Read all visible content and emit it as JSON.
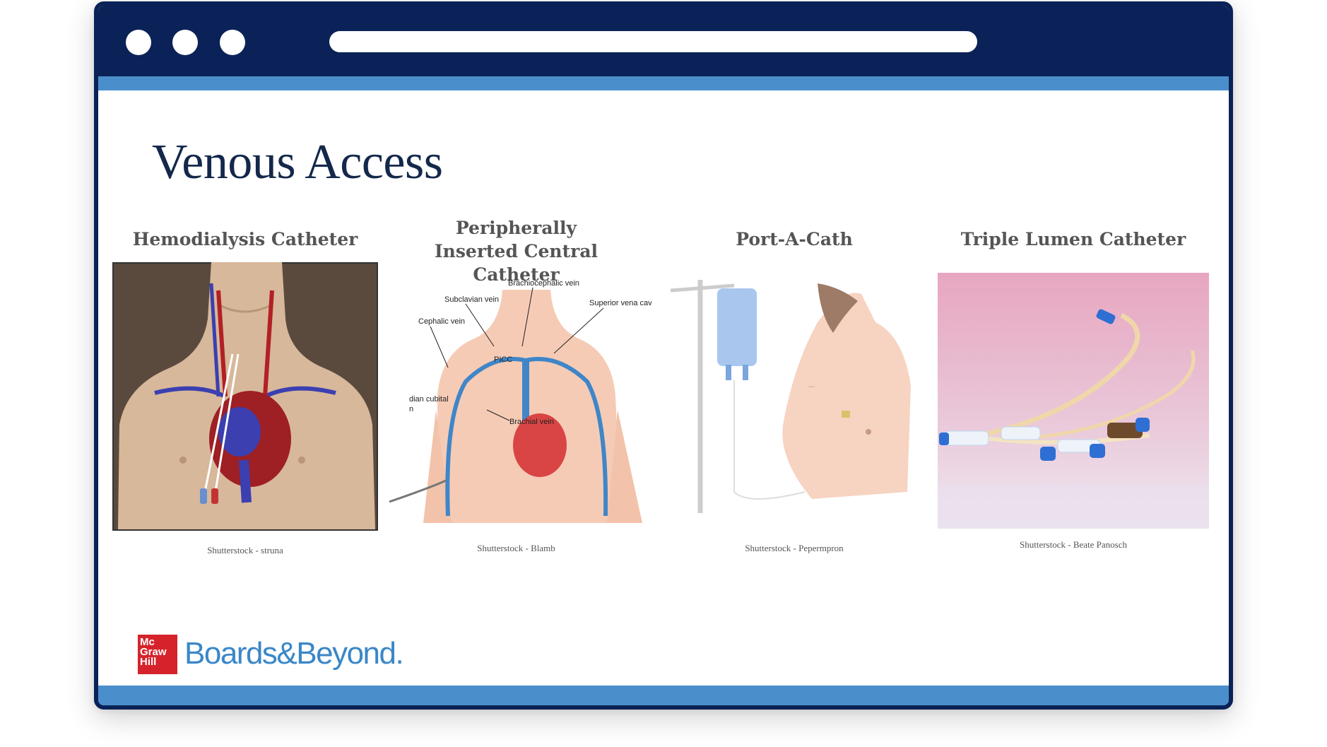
{
  "slide": {
    "title": "Venous Access",
    "columns": [
      {
        "title": "Hemodialysis Catheter",
        "credit": "Shutterstock - struna"
      },
      {
        "title": "Peripherally Inserted Central Catheter",
        "credit": "Shutterstock - Blamb"
      },
      {
        "title": "Port-A-Cath",
        "credit": "Shutterstock - Pepermpron"
      },
      {
        "title": "Triple Lumen Catheter",
        "credit": "Shutterstock - Beate Panosch"
      }
    ],
    "picc_labels": {
      "brachiocephalic": "Brachiocephalic vein",
      "subclavian": "Subclavian vein",
      "superior_vena_cava": "Superior vena cav",
      "cephalic": "Cephalic vein",
      "picc": "PICC",
      "median_cubital": "dian cubital",
      "median_cubital_2": "n",
      "brachial": "Brachial vein"
    }
  },
  "logo": {
    "mark_line1": "Mc",
    "mark_line2": "Graw",
    "mark_line3": "Hill",
    "wordmark": "Boards&Beyond."
  },
  "colors": {
    "window_frame": "#0a2257",
    "accent_bar": "#4a8fcc",
    "title_text": "#14284b",
    "logo_red": "#d6232b",
    "logo_blue": "#3a87c8"
  },
  "icons": [
    "window-close-dot",
    "window-minimize-dot",
    "window-maximize-dot"
  ]
}
